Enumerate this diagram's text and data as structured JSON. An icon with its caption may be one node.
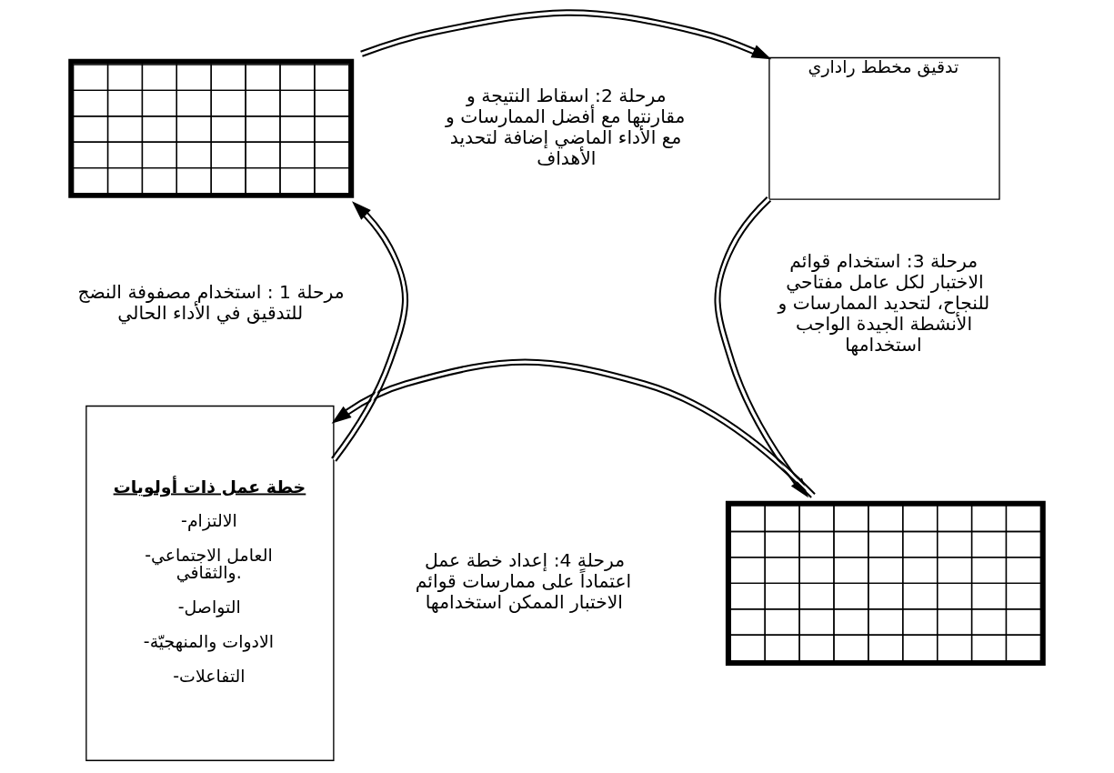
{
  "diagram": {
    "nodes": [
      {
        "text": [],
        "shape": "picture"
      },
      {
        "text": [
          "تدقيق مخطط راداري"
        ]
      },
      {
        "text": [],
        "shape": "picture"
      },
      {
        "text": [
          "خطة عمل ذات أولويات",
          "-الالتزام",
          "-العامل الاجتماعي والثقافي.",
          "-التواصل",
          "-الادوات والمنهجيّة",
          "-التفاعلات"
        ]
      }
    ],
    "edges": [
      {
        "from": 0,
        "to": 1,
        "arrow": "to"
      },
      {
        "from": 1,
        "to": 2,
        "arrow": "to"
      },
      {
        "from": 2,
        "to": 3,
        "arrow": "to"
      },
      {
        "from": 3,
        "to": 0,
        "arrow": "to"
      }
    ],
    "labels": [
      "مرحلة 2: اسقاط النتيجة و مقارنتها مع أفضل الممارسات و مع الأداء الماضي إضافة لتحديد الأهداف",
      "مرحلة 1 : استخدام مصفوفة النضج للتدقيق في الأداء الحالي",
      "مرحلة 3: استخدام قوائم الاختبار لكل عامل مفتاحي للنجاح، لتحديد الممارسات و الأنشطة الجيدة الواجب استخدامها",
      "مرحلة 4: إعداد خطة عمل اعتماداً على ممارسات قوائم الاختبار الممكن استخدامها"
    ]
  }
}
